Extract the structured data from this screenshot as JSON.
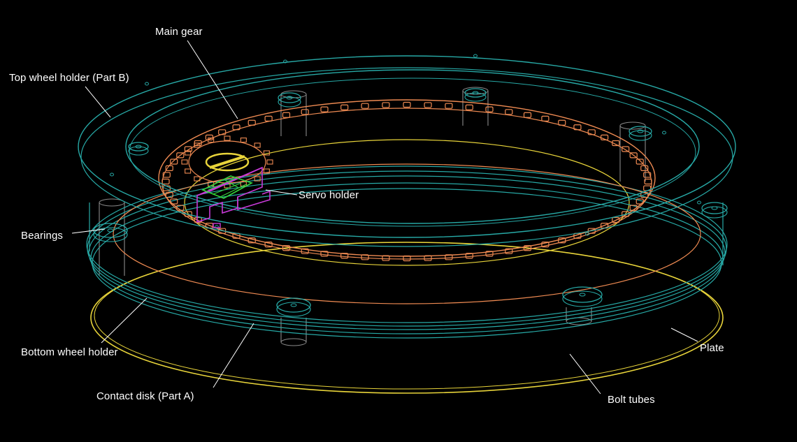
{
  "labels": {
    "main_gear": "Main gear",
    "top_wheel_holder": "Top wheel holder (Part B)",
    "servo_holder": "Servo holder",
    "bearings": "Bearings",
    "bottom_wheel_holder": "Bottom wheel holder",
    "contact_disk": "Contact disk (Part A)",
    "plate": "Plate",
    "bolt_tubes": "Bolt tubes"
  },
  "colors": {
    "background": "#000000",
    "teal": "#27a9a6",
    "orange": "#ee8a52",
    "yellow": "#e8d43a",
    "magenta": "#c83ad8",
    "green": "#35d43a",
    "gold": "#e8d43a",
    "bolt_tube": "#8a8a8a",
    "leader": "#ffffff",
    "text": "#ffffff"
  }
}
